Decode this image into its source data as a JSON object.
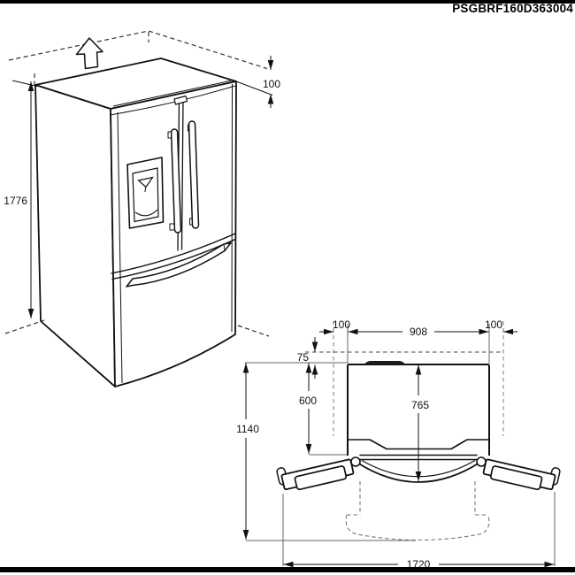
{
  "page": {
    "code": "PSGBRF160D363004"
  },
  "front_view": {
    "height_mm": "1776",
    "top_clearance_mm": "100"
  },
  "top_view": {
    "left_clearance_mm": "100",
    "cabinet_width_mm": "908",
    "right_clearance_mm": "100",
    "rear_clearance_mm": "75",
    "cabinet_depth_mm": "600",
    "depth_with_doors_mm": "765",
    "depth_doors_open_mm": "1140",
    "width_doors_open_mm": "1720"
  }
}
